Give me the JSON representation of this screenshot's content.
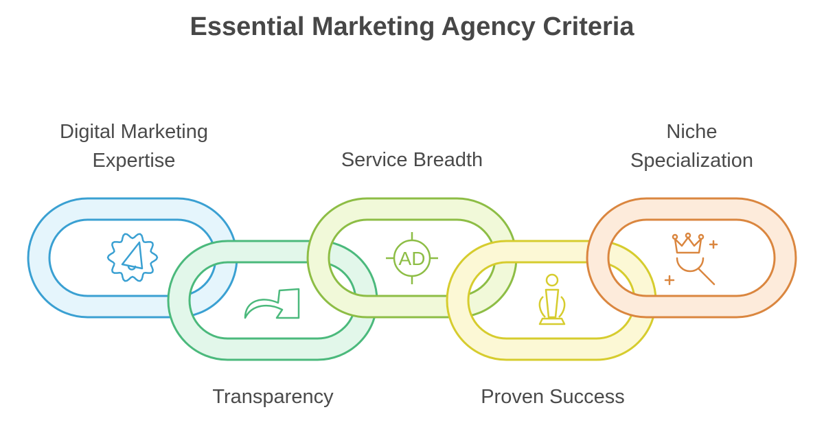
{
  "title": "Essential Marketing Agency Criteria",
  "links": [
    {
      "label_lines": [
        "Digital Marketing",
        "Expertise"
      ],
      "icon": "megaphone-gear-icon",
      "stroke": "#3aa0d2",
      "fill": "#e5f5fc"
    },
    {
      "label_lines": [
        "Transparency"
      ],
      "icon": "curved-arrow-icon",
      "stroke": "#4bb97c",
      "fill": "#e2f7ea"
    },
    {
      "label_lines": [
        "Service Breadth"
      ],
      "icon": "ad-target-icon",
      "stroke": "#8dbd45",
      "fill": "#f1f9d9"
    },
    {
      "label_lines": [
        "Proven Success"
      ],
      "icon": "trophy-person-icon",
      "stroke": "#d6cc2e",
      "fill": "#fcf8d5"
    },
    {
      "label_lines": [
        "Niche",
        "Specialization"
      ],
      "icon": "crown-search-icon",
      "stroke": "#da863f",
      "fill": "#fdebdb"
    }
  ],
  "icon_text": {
    "ad": "AD"
  }
}
